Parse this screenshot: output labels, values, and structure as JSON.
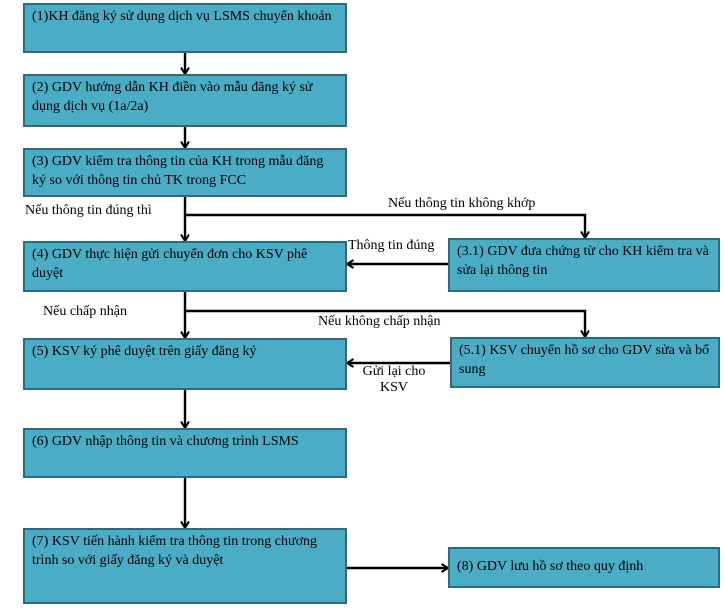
{
  "colors": {
    "background": "#FFFFFF",
    "box_fill": "#4BACC6",
    "box_border": "#2D6A7D",
    "connector": "#000000"
  },
  "boxes": {
    "b1": {
      "text": "(1)KH đăng ký sử dụng dịch vụ LSMS chuyển khoản"
    },
    "b2": {
      "text": "(2) GDV hướng dẫn KH điền vào mẫu đăng ký sử dụng dịch vụ (1a/2a)"
    },
    "b3": {
      "text": "(3) GDV kiểm tra thông tin của KH trong mẫu đăng ký so với thông tin chủ TK trong FCC"
    },
    "b3_1": {
      "text": "(3.1) GDV đưa chứng từ cho KH kiểm tra và sửa lại thông tin"
    },
    "b4": {
      "text": "(4) GDV thực hiện gửi chuyển đơn cho KSV phê duyệt"
    },
    "b5": {
      "text": "(5) KSV ký phê duyệt trên giấy đăng ký"
    },
    "b5_1": {
      "text": "(5.1) KSV chuyển hồ sơ cho GDV sửa và bổ sung"
    },
    "b6": {
      "text": "(6) GDV nhập thông tin và chương trình LSMS"
    },
    "b7": {
      "text": "(7) KSV tiến hành kiểm tra thông tin trong chương trình so với giấy đăng ký và duyệt"
    },
    "b8": {
      "text": "(8) GDV lưu hồ sơ theo quy định"
    }
  },
  "labels": {
    "if_correct_then": "Nếu thông tin đúng thì",
    "if_mismatch": "Nếu thông tin không khớp",
    "info_correct": "Thông tin đúng",
    "if_accept": "Nếu chấp nhận",
    "if_not_accept": "Nếu không chấp nhận",
    "resend_line1": "Gửi lại cho",
    "resend_line2": "KSV"
  }
}
